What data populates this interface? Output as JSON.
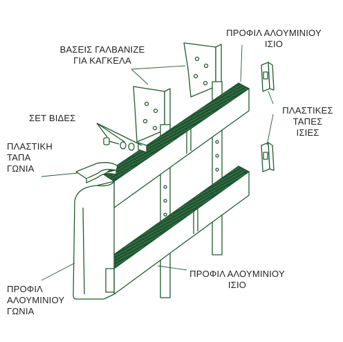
{
  "labels": {
    "profile_straight_top": "ΠΡΟΦΙΛ ΑΛΟΥΜΙΝΙΟΥ\nΙΣΙΟ",
    "galvanized_bases": "ΒΑΣΕΙΣ ΓΑΛΒΑΝΙΖΕ\nΓΙΑ ΚΑΓΚΕΛΑ",
    "screw_set": "ΣΕΤ ΒΙΔΕΣ",
    "plastic_caps_straight": "ΠΛΑΣΤΙΚΕΣ\nΤΑΠΕΣ\nΙΣΙΕΣ",
    "plastic_cap_corner": "ΠΛΑΣΤΙΚΗ\nΤΑΠΑ\nΓΩΝΙΑ",
    "profile_straight_bottom": "ΠΡΟΦΙΛ ΑΛΟΥΜΙΝΙΟΥ\nΙΣΙΟ",
    "profile_corner": "ΠΡΟΦΙΛ\nΑΛΟΥΜΙΝΙΟΥ\nΓΩΝΙΑ"
  },
  "colors": {
    "line": "#1f5a2e",
    "dark_fill": "#1e5530",
    "light_fill": "#ffffff",
    "text": "#222222"
  }
}
